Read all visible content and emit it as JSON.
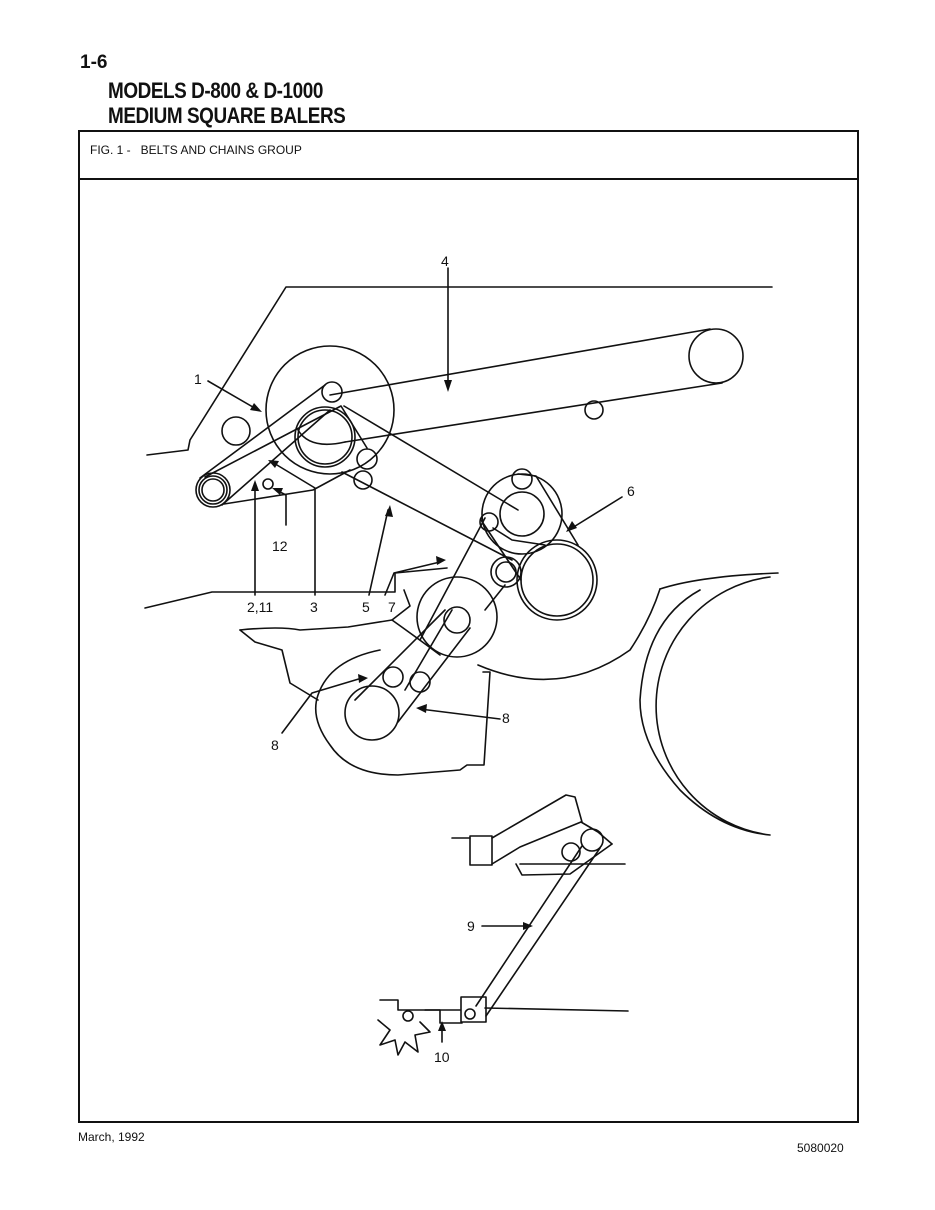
{
  "header": {
    "page_number": "1-6",
    "title_line_1": "MODELS D-800 & D-1000",
    "title_line_2": "MEDIUM SQUARE BALERS"
  },
  "figure": {
    "caption": "FIG. 1 -   BELTS AND CHAINS GROUP",
    "callouts": {
      "c1": "1",
      "c2_11": "2,11",
      "c3": "3",
      "c4": "4",
      "c5": "5",
      "c6": "6",
      "c7": "7",
      "c8_left": "8",
      "c8_right": "8",
      "c9": "9",
      "c10": "10",
      "c12": "12"
    }
  },
  "footer": {
    "date": "March, 1992",
    "doc_number": "5080020"
  }
}
